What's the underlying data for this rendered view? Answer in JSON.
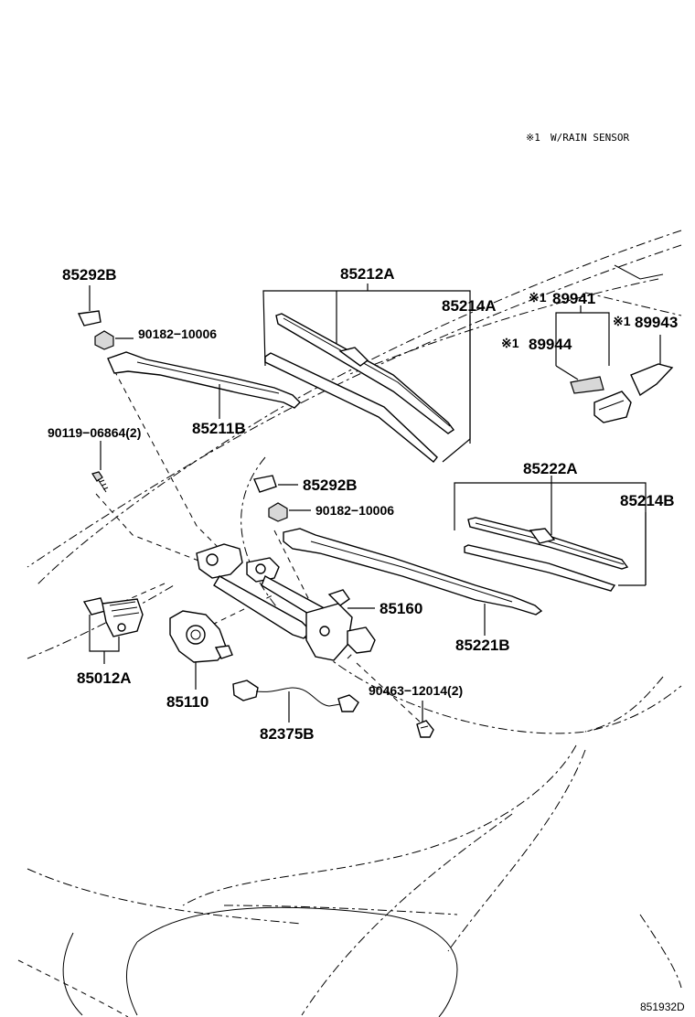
{
  "note": {
    "symbol": "※1",
    "text": "W/RAIN SENSOR"
  },
  "parts": {
    "p85292B_top": "85292B",
    "p90182_top": "90182−10006",
    "p85212A": "85212A",
    "p85214A": "85214A",
    "p89941": "89941",
    "p89941_mark": "※1",
    "p89943": "89943",
    "p89943_mark": "※1",
    "p89944": "89944",
    "p89944_mark": "※1",
    "p85211B": "85211B",
    "p90119": "90119−06864(2)",
    "p85292B_mid": "85292B",
    "p90182_mid": "90182−10006",
    "p85222A": "85222A",
    "p85214B": "85214B",
    "p85160": "85160",
    "p85221B": "85221B",
    "p85012A": "85012A",
    "p85110": "85110",
    "p90463": "90463−12014(2)",
    "p82375B": "82375B"
  },
  "illustration_ref": "851932D"
}
